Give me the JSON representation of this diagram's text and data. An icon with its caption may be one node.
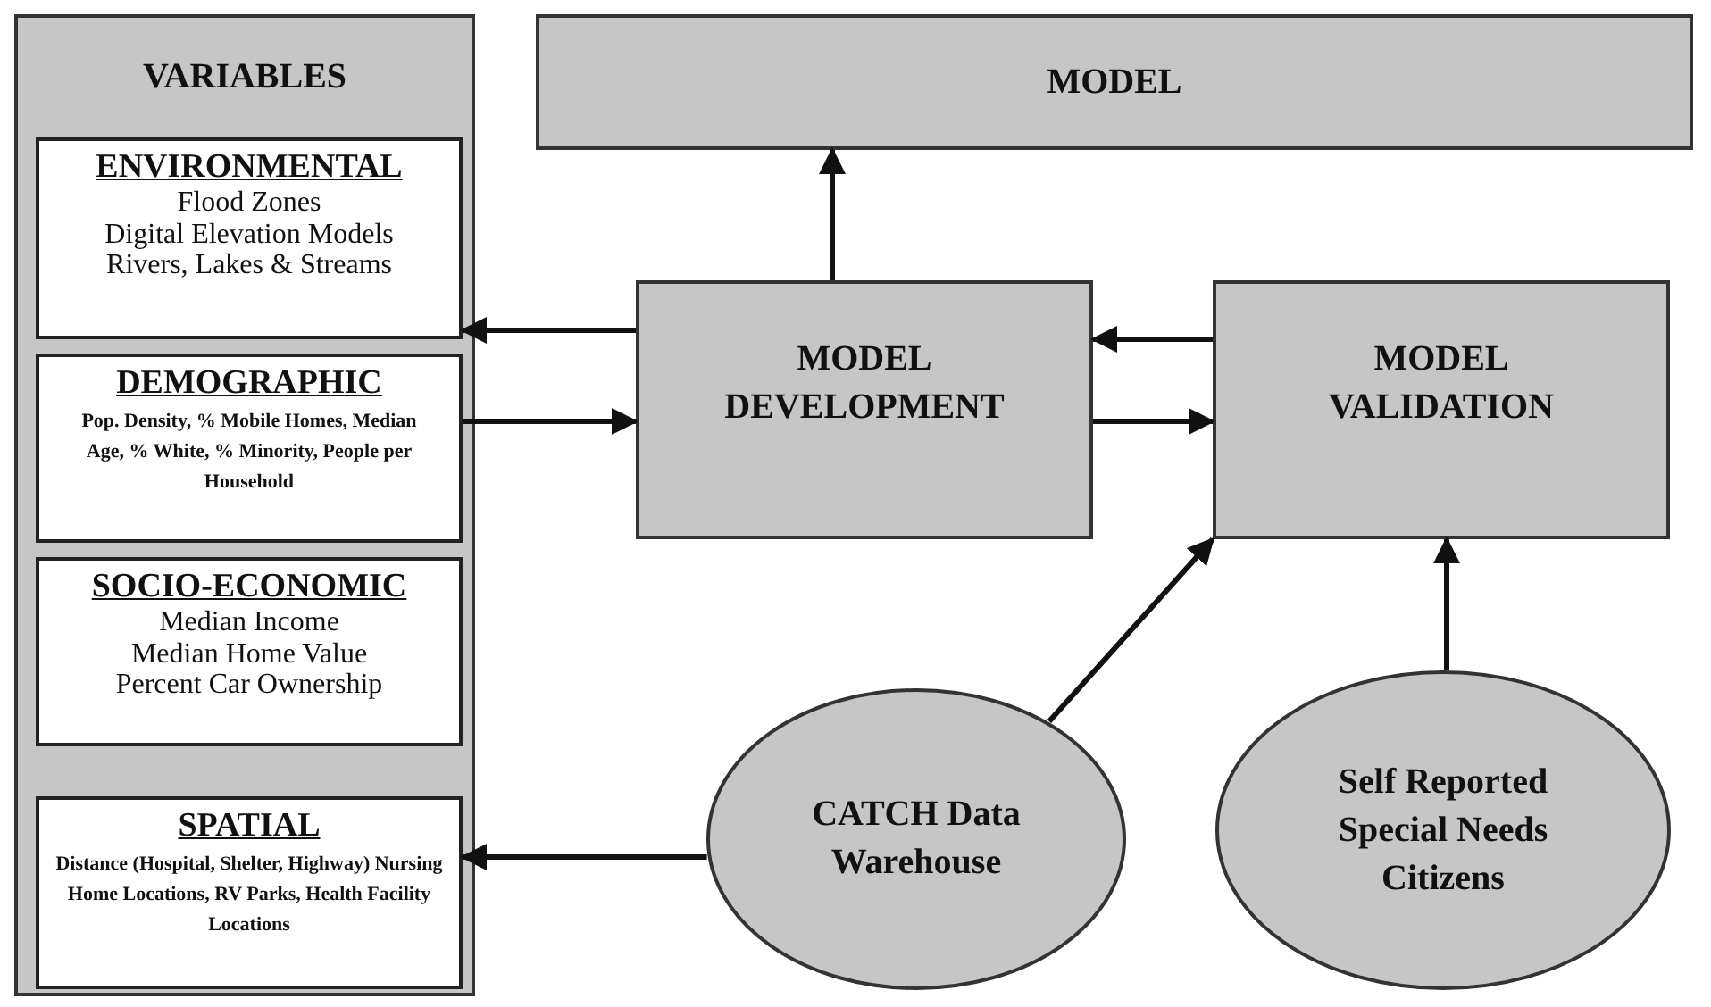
{
  "diagram": {
    "nodes": [
      {
        "text": [
          "VARIABLES"
        ]
      },
      {
        "text": [
          "ENVIRONMENTAL",
          "Flood Zones",
          "Digital Elevation Models",
          "Rivers, Lakes & Streams"
        ],
        "in": 0
      },
      {
        "text": [
          "DEMOGRAPHIC",
          "Pop. Density, % Mobile Homes, Median Age, % White, % Minority, People per Household"
        ],
        "in": 0
      },
      {
        "text": [
          "SOCIO-ECONOMIC",
          "Median Income",
          "Median Home Value",
          "Percent Car Ownership"
        ],
        "in": 0
      },
      {
        "text": [
          "SPATIAL",
          "Distance (Hospital, Shelter, Highway) Nursing Home Locations, RV Parks, Health Facility Locations"
        ],
        "in": 0
      },
      {
        "text": [
          "MODEL"
        ]
      },
      {
        "text": [
          "MODEL DEVELOPMENT"
        ]
      },
      {
        "text": [
          "MODEL VALIDATION"
        ]
      },
      {
        "text": [
          "CATCH Data Warehouse"
        ]
      },
      {
        "text": [
          "Self Reported Special Needs Citizens"
        ]
      }
    ],
    "edges": [
      {
        "from": 6,
        "to": 5,
        "arrow": "to"
      },
      {
        "from": 6,
        "to": 1,
        "arrow": "to"
      },
      {
        "from": 2,
        "to": 6,
        "arrow": "to"
      },
      {
        "from": 7,
        "to": 6,
        "arrow": "to"
      },
      {
        "from": 6,
        "to": 7,
        "arrow": "to"
      },
      {
        "from": 8,
        "to": 7,
        "arrow": "to"
      },
      {
        "from": 9,
        "to": 7,
        "arrow": "to"
      },
      {
        "from": 8,
        "to": 4,
        "arrow": "to"
      }
    ]
  }
}
